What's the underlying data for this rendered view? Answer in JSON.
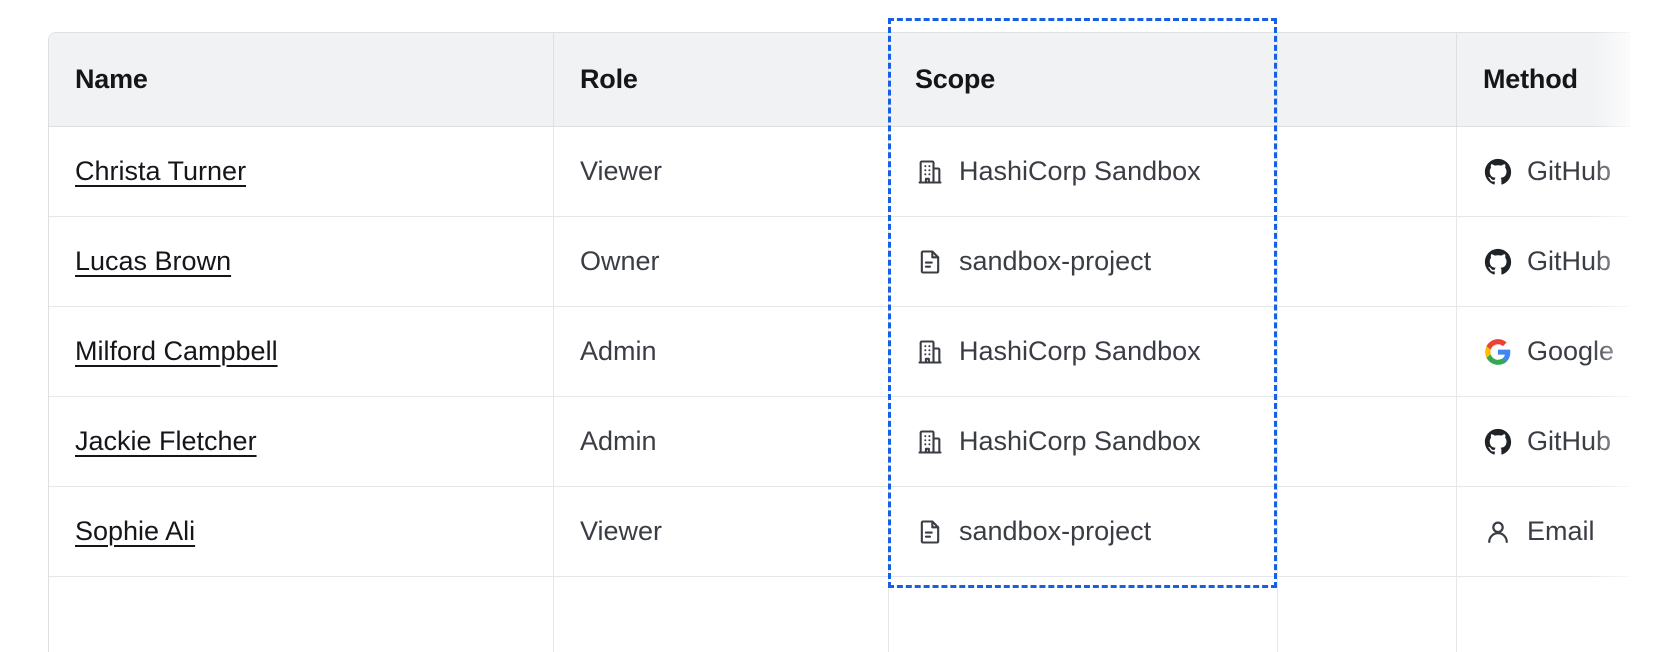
{
  "table": {
    "columns": [
      {
        "key": "name",
        "label": "Name"
      },
      {
        "key": "role",
        "label": "Role"
      },
      {
        "key": "scope",
        "label": "Scope"
      },
      {
        "key": "blank",
        "label": ""
      },
      {
        "key": "method",
        "label": "Method"
      },
      {
        "key": "extra",
        "label": ""
      }
    ],
    "rows": [
      {
        "name": "Christa Turner",
        "role": "Viewer",
        "scope": "HashiCorp Sandbox",
        "scope_icon": "organization-building-icon",
        "method": "GitHub",
        "method_icon": "github-icon"
      },
      {
        "name": "Lucas Brown",
        "role": "Owner",
        "scope": "sandbox-project",
        "scope_icon": "project-document-icon",
        "method": "GitHub",
        "method_icon": "github-icon"
      },
      {
        "name": "Milford Campbell",
        "role": "Admin",
        "scope": "HashiCorp Sandbox",
        "scope_icon": "organization-building-icon",
        "method": "Google",
        "method_icon": "google-icon"
      },
      {
        "name": "Jackie Fletcher",
        "role": "Admin",
        "scope": "HashiCorp Sandbox",
        "scope_icon": "organization-building-icon",
        "method": "GitHub",
        "method_icon": "github-icon"
      },
      {
        "name": "Sophie Ali",
        "role": "Viewer",
        "scope": "sandbox-project",
        "scope_icon": "project-document-icon",
        "method": "Email",
        "method_icon": "user-person-icon"
      },
      {
        "name": "",
        "role": "",
        "scope": "",
        "scope_icon": "",
        "method": "",
        "method_icon": ""
      }
    ]
  },
  "focus_highlight": {
    "target_column": "Scope",
    "color": "#1560e5",
    "style": "dashed"
  },
  "colors": {
    "header_background": "#f1f2f3",
    "header_text": "#14161a",
    "body_text": "#3b3d45",
    "link_text": "#14161a",
    "border": "#dedfe3",
    "row_border": "#e6e7ea",
    "focus_outline": "#1560e5",
    "github_icon": "#1f2328",
    "google_blue": "#4285f4",
    "google_red": "#ea4335",
    "google_yellow": "#fbbc05",
    "google_green": "#34a853"
  }
}
